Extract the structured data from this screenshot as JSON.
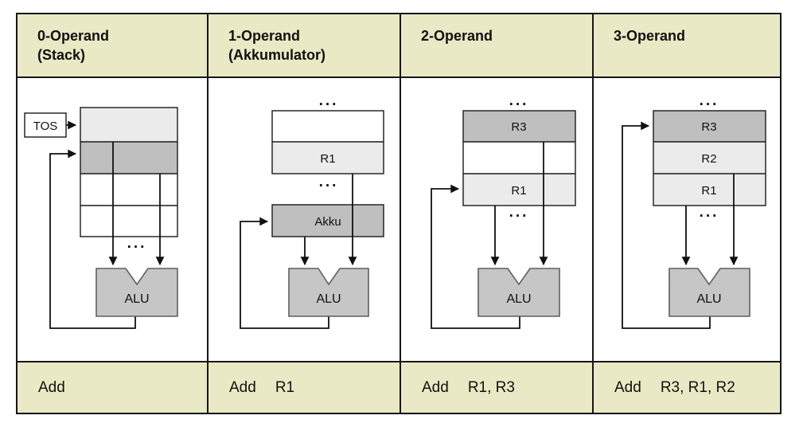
{
  "colors": {
    "band_background": "#E9E9C5",
    "table_border": "#161616",
    "register_light_gray": "#EBEBEB",
    "register_dark_gray": "#BFBFBF",
    "alu_fill": "#C6C6C6",
    "alu_border": "#5F5F5F"
  },
  "table": {
    "columns": [
      {
        "header": {
          "line1": "0-Operand",
          "line2": "(Stack)"
        },
        "diagram": {
          "tos_label": "TOS",
          "ellipsis_bottom": "...",
          "alu_label": "ALU"
        },
        "instruction": {
          "mnemonic": "Add",
          "operands": ""
        }
      },
      {
        "header": {
          "line1": "1-Operand",
          "line2": "(Akkumulator)"
        },
        "diagram": {
          "ellipsis_top": "...",
          "register_r1": "R1",
          "ellipsis_mid": "...",
          "akku_label": "Akku",
          "alu_label": "ALU"
        },
        "instruction": {
          "mnemonic": "Add",
          "operands": "R1"
        }
      },
      {
        "header": {
          "line1": "2-Operand",
          "line2": ""
        },
        "diagram": {
          "ellipsis_top": "...",
          "register_r3": "R3",
          "register_r1": "R1",
          "ellipsis_bottom": "...",
          "alu_label": "ALU"
        },
        "instruction": {
          "mnemonic": "Add",
          "operands": "R1, R3"
        }
      },
      {
        "header": {
          "line1": "3-Operand",
          "line2": ""
        },
        "diagram": {
          "ellipsis_top": "...",
          "register_r3": "R3",
          "register_r2": "R2",
          "register_r1": "R1",
          "ellipsis_bottom": "...",
          "alu_label": "ALU"
        },
        "instruction": {
          "mnemonic": "Add",
          "operands": "R3, R1, R2"
        }
      }
    ]
  }
}
